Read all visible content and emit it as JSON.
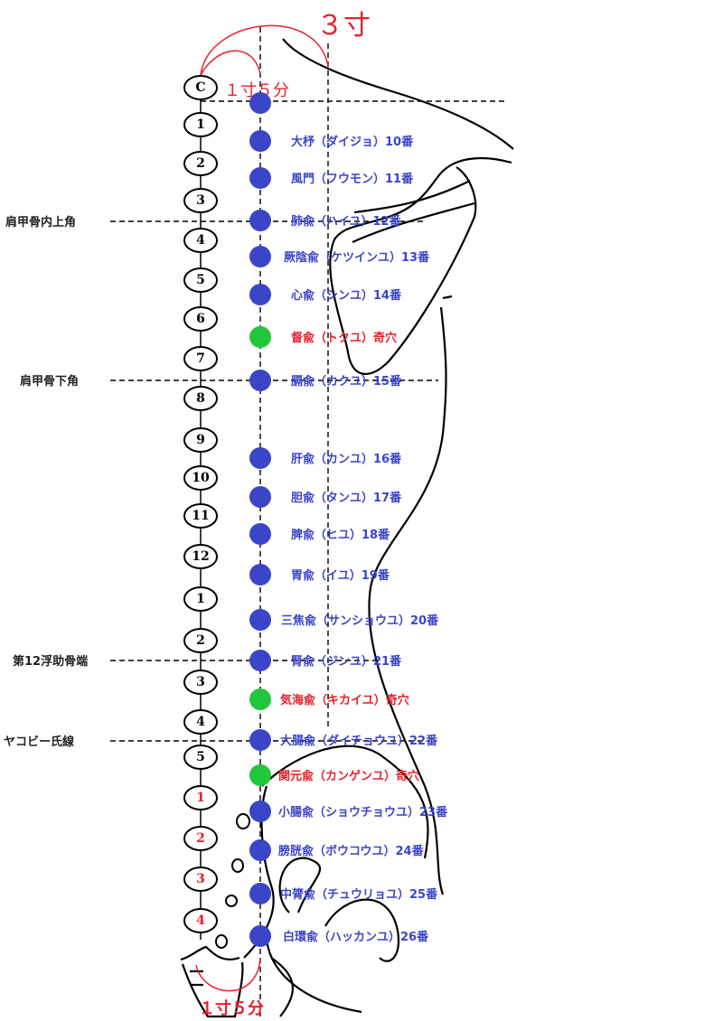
{
  "measures": {
    "top_large": "３寸",
    "top_small": "１寸５分",
    "bottom": "１寸５分"
  },
  "side_labels": [
    "肩甲骨内上角",
    "肩甲骨下角",
    "第12浮助骨端",
    "ヤコビー氏線"
  ],
  "vertebrae": [
    {
      "label": "C",
      "color": "#000"
    },
    {
      "label": "1",
      "color": "#000"
    },
    {
      "label": "2",
      "color": "#000"
    },
    {
      "label": "3",
      "color": "#000"
    },
    {
      "label": "4",
      "color": "#000"
    },
    {
      "label": "5",
      "color": "#000"
    },
    {
      "label": "6",
      "color": "#000"
    },
    {
      "label": "7",
      "color": "#000"
    },
    {
      "label": "8",
      "color": "#000"
    },
    {
      "label": "9",
      "color": "#000"
    },
    {
      "label": "10",
      "color": "#000"
    },
    {
      "label": "11",
      "color": "#000"
    },
    {
      "label": "12",
      "color": "#000"
    },
    {
      "label": "1",
      "color": "#000"
    },
    {
      "label": "2",
      "color": "#000"
    },
    {
      "label": "3",
      "color": "#000"
    },
    {
      "label": "4",
      "color": "#000"
    },
    {
      "label": "5",
      "color": "#000"
    },
    {
      "label": "1",
      "color": "#e8202a"
    },
    {
      "label": "2",
      "color": "#e8202a"
    },
    {
      "label": "3",
      "color": "#e8202a"
    },
    {
      "label": "4",
      "color": "#e8202a"
    }
  ],
  "points": [
    {
      "label": "",
      "type": "meridian"
    },
    {
      "label": "大杼（ダイジョ）10番",
      "type": "meridian"
    },
    {
      "label": "風門（フウモン）11番",
      "type": "meridian"
    },
    {
      "label": "肺兪（ハイユ）12番",
      "type": "meridian"
    },
    {
      "label": "厥陰兪（ケツインユ）13番",
      "type": "meridian"
    },
    {
      "label": "心兪（シンユ）14番",
      "type": "meridian"
    },
    {
      "label": "督兪（トクユ）奇穴",
      "type": "extra"
    },
    {
      "label": "膈兪（カクユ）15番",
      "type": "meridian"
    },
    {
      "label": "肝兪（カンユ）16番",
      "type": "meridian"
    },
    {
      "label": "胆兪（タンユ）17番",
      "type": "meridian"
    },
    {
      "label": "脾兪（ヒユ）18番",
      "type": "meridian"
    },
    {
      "label": "胃兪（イユ）19番",
      "type": "meridian"
    },
    {
      "label": "三焦兪（サンショウユ）20番",
      "type": "meridian"
    },
    {
      "label": "腎兪（ジンユ）21番",
      "type": "meridian"
    },
    {
      "label": "気海兪（キカイユ）奇穴",
      "type": "extra"
    },
    {
      "label": "大腸兪（ダイチョウユ）22番",
      "type": "meridian"
    },
    {
      "label": "関元兪（カンゲンユ）奇穴",
      "type": "extra"
    },
    {
      "label": "小腸兪（ショウチョウユ）23番",
      "type": "meridian"
    },
    {
      "label": "膀胱兪（ボウコウユ）24番",
      "type": "meridian"
    },
    {
      "label": "中膂兪（チュウリョユ）25番",
      "type": "meridian"
    },
    {
      "label": "白環兪（ハッカンユ）26番",
      "type": "meridian"
    }
  ],
  "colors": {
    "meridian": "#3b45c8",
    "extra_dot": "#22c63a",
    "extra_text": "#e8202a",
    "measure": "#e8202a"
  }
}
